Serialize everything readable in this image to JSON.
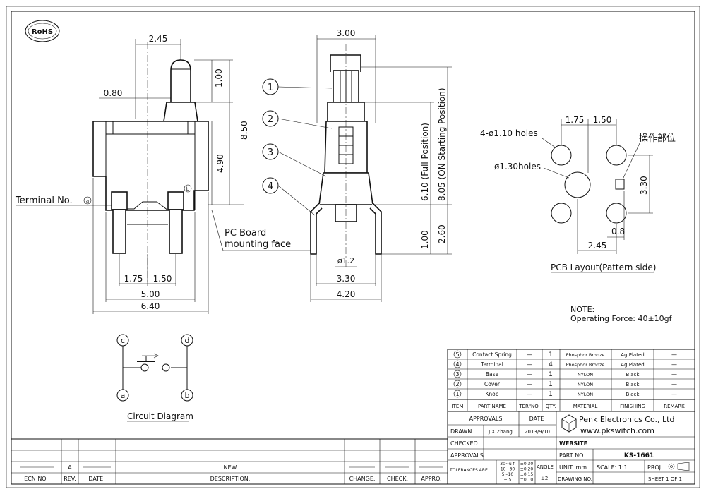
{
  "rohs": "RoHS",
  "front_view": {
    "dim_top": "2.45",
    "dim_stem_w": "0.80",
    "dim_knob_h": "1.00",
    "dim_total_h": "8.50",
    "dim_body_h": "4.90",
    "dim_pin_a": "1.75",
    "dim_pin_b": "1.50",
    "dim_inner_w": "5.00",
    "dim_outer_w": "6.40",
    "terminal_label": "Terminal No.",
    "terminal_a": "a",
    "terminal_b": "b",
    "pc_board_label_1": "PC Board",
    "pc_board_label_2": "mounting face"
  },
  "side_view": {
    "dim_top": "3.00",
    "balloons": [
      "1",
      "2",
      "3",
      "4"
    ],
    "full_position": "6.10 (Full Position)",
    "on_position": "8.05 (ON Starting Position)",
    "dim_260": "2.60",
    "dim_100": "1.00",
    "dim_pin": "ø1.2",
    "dim_330": "3.30",
    "dim_420": "4.20"
  },
  "pcb_layout": {
    "dim_175": "1.75",
    "dim_150": "1.50",
    "holes_4": "4-ø1.10 holes",
    "holes_1": "ø1.30holes",
    "operating_part": "操作部位",
    "dim_330": "3.30",
    "dim_08": "0.8",
    "dim_245": "2.45",
    "caption": "PCB Layout(Pattern side)"
  },
  "note": {
    "title": "NOTE:",
    "line": "Operating Force: 40±10gf"
  },
  "circuit": {
    "caption": "Circuit Diagram",
    "nodes": [
      "c",
      "d",
      "a",
      "b"
    ]
  },
  "bom": {
    "rows": [
      {
        "item": "5",
        "name": "Contact Spring",
        "ter": "—",
        "qty": "1",
        "material": "Phosphor Bronze",
        "finish": "Ag Plated",
        "remark": "—"
      },
      {
        "item": "4",
        "name": "Terminal",
        "ter": "—",
        "qty": "4",
        "material": "Phosphor Bronze",
        "finish": "Ag Plated",
        "remark": "—"
      },
      {
        "item": "3",
        "name": "Base",
        "ter": "—",
        "qty": "1",
        "material": "NYLON",
        "finish": "Black",
        "remark": "—"
      },
      {
        "item": "2",
        "name": "Cover",
        "ter": "—",
        "qty": "1",
        "material": "NYLON",
        "finish": "Black",
        "remark": "—"
      },
      {
        "item": "1",
        "name": "Knob",
        "ter": "—",
        "qty": "1",
        "material": "NYLON",
        "finish": "Black",
        "remark": "—"
      }
    ],
    "headers": [
      "ITEM",
      "PART NAME",
      "TER\"NO.",
      "QTY.",
      "MATERIAL",
      "FINISHING",
      "REMARK"
    ]
  },
  "title_block": {
    "approvals": "APPROVALS",
    "date": "DATE",
    "drawn": "DRAWN",
    "drawn_by": "J.X.Zhang",
    "drawn_date": "2013/9/10",
    "checked": "CHECKED",
    "approvals2": "APPROVALS",
    "tolerances": "TOLERANCES ARE",
    "tol_rows": [
      [
        "30~ü↑",
        "±0.30"
      ],
      [
        "10~30",
        "±0.20"
      ],
      [
        "5~10",
        "±0.15"
      ],
      [
        "~ 5",
        "±0.10"
      ]
    ],
    "angle": "ANGLE",
    "angle_val": "±2'",
    "company": "Penk Electronics Co., Ltd",
    "website_url": "www.pkswitch.com",
    "website": "WEBSITE",
    "part_no_label": "PART NO.",
    "part_no": "KS-1661",
    "unit": "UNIT: mm",
    "scale": "SCALE:  1:1",
    "proj": "PROJ.",
    "drawing_no": "DRAWING NO.",
    "sheet": "SHEET  1 OF 1"
  },
  "revision": {
    "rev": "A",
    "desc": "NEW",
    "headers": [
      "ECN NO.",
      "REV.",
      "DATE.",
      "DESCRIPTION.",
      "CHANGE.",
      "CHECK.",
      "APPRO."
    ]
  }
}
